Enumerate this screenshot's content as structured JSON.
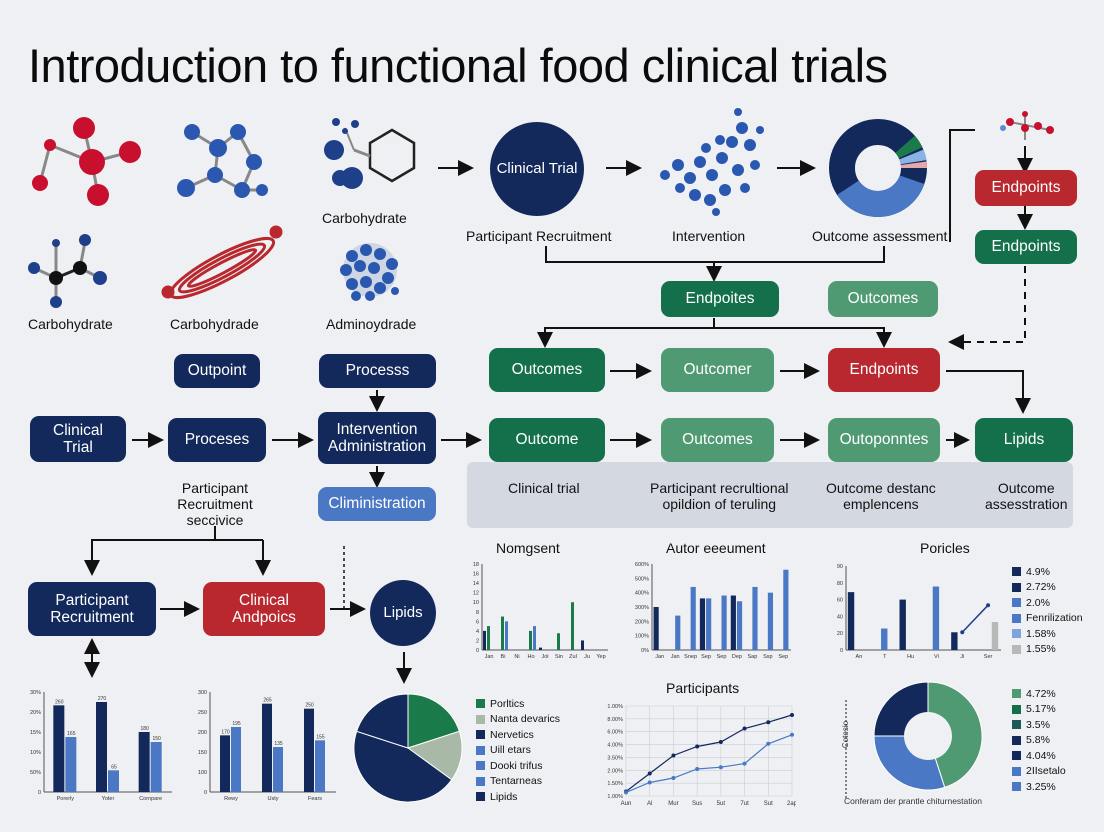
{
  "title": "Introduction to functional food clinical trials",
  "molecules": {
    "labels": [
      "Carbohydrate",
      "Carbohydrate",
      "Carbohydrade",
      "Adminoydrade"
    ]
  },
  "top_flow": {
    "circle": "Clinical Trial",
    "labels": [
      "Participant Recruitment",
      "Intervention",
      "Outcome assessment"
    ],
    "side_boxes": [
      "Endpoints",
      "Endpoints"
    ],
    "row2": [
      "Endpoites",
      "Outcomes"
    ]
  },
  "grid": {
    "row1": [
      "Outcomes",
      "Outcomer",
      "Endpoints"
    ],
    "row2": [
      "Outcome",
      "Outcomes",
      "Outoponntes",
      "Lipids"
    ],
    "band_labels": [
      "Clinical trial",
      "Participant recrultional\nopildion of teruling",
      "Outcome destanc\nemplencens",
      "Outcome\nassesstration"
    ]
  },
  "left_flow": {
    "outpoint": "Outpoint",
    "process": "Processs",
    "clinical_trial": "Clinical\nTrial",
    "proceses": "Proceses",
    "intervention": "Intervention\nAdministration",
    "cliministration": "Cliministration",
    "recruit_label": "Participant\nRecruitment\nseccivice",
    "participant": "Participant\nRecruitment",
    "clinical_andpoics": "Clinical\nAndpoics",
    "lipids": "Lipids"
  },
  "charts": {
    "c1": {
      "title": "Nomgsent",
      "chart_data": {
        "type": "bar",
        "title": "Nomgsent",
        "ylim": [
          0,
          18
        ],
        "yticks": [
          "0",
          "2",
          "4",
          "6",
          "8",
          "10",
          "12",
          "14",
          "16",
          "18"
        ],
        "categories": [
          "Jan",
          "Bi",
          "Ni",
          "Ho",
          "Jol",
          "Sin",
          "Zul",
          "Ju",
          "Yep"
        ],
        "series": [
          {
            "color": "#13295b",
            "values": [
              4,
              0,
              0,
              0,
              0.5,
              0,
              0,
              2,
              0
            ]
          },
          {
            "color": "#1a7a4a",
            "values": [
              5,
              7,
              0,
              4,
              0,
              3.5,
              10,
              0,
              0
            ]
          },
          {
            "color": "#4a78c4",
            "values": [
              0,
              6,
              0,
              5,
              0,
              0,
              0,
              0,
              0
            ]
          }
        ]
      }
    },
    "c2": {
      "title": "Autor eeeument",
      "chart_data": {
        "type": "bar",
        "title": "Autor eeeument",
        "ylim": [
          0,
          600
        ],
        "yticks": [
          "0%",
          "100%",
          "200%",
          "300%",
          "400%",
          "500%",
          "600%"
        ],
        "categories": [
          "Jan",
          "Jan",
          "Snep",
          "Sep",
          "Sep",
          "Dep",
          "Sap",
          "Ssp",
          "Sep"
        ],
        "series": [
          {
            "color": "#13295b",
            "values": [
              300,
              0,
              0,
              360,
              0,
              380,
              0,
              0,
              0
            ]
          },
          {
            "color": "#4a78c4",
            "values": [
              0,
              240,
              440,
              360,
              380,
              340,
              440,
              400,
              560
            ]
          }
        ]
      }
    },
    "c3": {
      "title": "Poricles",
      "chart_data": {
        "type": "bar",
        "title": "Poricles",
        "ylim": [
          0,
          90
        ],
        "yticks": [
          "0",
          "20",
          "40",
          "60",
          "80",
          "90"
        ],
        "categories": [
          "An",
          "T",
          "Hu",
          "Vi",
          "Ji",
          "Ser"
        ],
        "series": [
          {
            "color": "#13295b",
            "values": [
              62,
              0,
              54,
              0,
              19,
              0
            ]
          },
          {
            "color": "#4a78c4",
            "values": [
              0,
              23,
              0,
              68,
              0,
              0
            ]
          },
          {
            "color": "#b8b8b8",
            "values": [
              0,
              0,
              0,
              0,
              0,
              30
            ]
          }
        ],
        "line": [
          19,
          48
        ]
      },
      "legend": [
        "4.9%",
        "2.72%",
        "2.0%",
        "Fenrilization",
        "1.58%",
        "1.55%"
      ],
      "legend_colors": [
        "#13295b",
        "#13295b",
        "#4a78c4",
        "#4a78c4",
        "#7da4dc",
        "#b8b8b8"
      ]
    },
    "c4": {
      "chart_data": {
        "type": "bar",
        "ylim": [
          0,
          300
        ],
        "yticks": [
          "0",
          "50%",
          "10%",
          "15%",
          "20%",
          "30%"
        ],
        "categories": [
          "Porerly",
          "Yoter",
          "Cornpare"
        ],
        "series": [
          {
            "color": "#13295b",
            "values": [
              260,
              270,
              180
            ]
          },
          {
            "color": "#4a78c4",
            "values": [
              165,
              65,
              150
            ]
          }
        ]
      }
    },
    "c5": {
      "chart_data": {
        "type": "bar",
        "ylim": [
          0,
          300
        ],
        "yticks": [
          "0",
          "100",
          "150",
          "200",
          "250",
          "300"
        ],
        "categories": [
          "Rewy",
          "Usty",
          "Fears"
        ],
        "series": [
          {
            "color": "#13295b",
            "values": [
              170,
              265,
              250
            ]
          },
          {
            "color": "#4a78c4",
            "values": [
              195,
              135,
              155
            ]
          }
        ]
      }
    },
    "pie": {
      "chart_data": {
        "type": "pie",
        "labels": [
          "Porltics",
          "Nanta devarics",
          "Nervetics",
          "Uill etars",
          "Dooki trifus",
          "Tentarneas",
          "Lipids"
        ],
        "colors": [
          "#1a7a4a",
          "#a9b9a7",
          "#13295b",
          "#4a78c4",
          "#4a78c4",
          "#4a78c4",
          "#13295b"
        ],
        "values": [
          20,
          15,
          45,
          0,
          0,
          0,
          20
        ]
      }
    },
    "line": {
      "title": "Participants",
      "chart_data": {
        "type": "line",
        "title": "Participants",
        "yticks": [
          "1.00%",
          "1.50%",
          "2.00%",
          "3.50%",
          "4.00%",
          "6.00%",
          "8.00%",
          "1.00%"
        ],
        "categories": [
          "Aun",
          "Al",
          "Mur",
          "Sus",
          "5ut",
          "7ut",
          "Sut",
          "2ap"
        ],
        "series": [
          {
            "color": "#13295b",
            "values": [
              0.5,
              2.5,
              4.5,
              5.5,
              6.0,
              7.5,
              8.2,
              9.0
            ]
          },
          {
            "color": "#4a78c4",
            "values": [
              0.4,
              1.5,
              2.0,
              3.0,
              3.2,
              3.6,
              5.8,
              6.8
            ]
          }
        ]
      }
    },
    "donut": {
      "y_label": "Cotesio",
      "caption": "Conferam der prantle chiturnestation",
      "chart_data": {
        "type": "pie",
        "donut": true,
        "values": [
          45,
          30,
          25
        ],
        "colors": [
          "#4f9a72",
          "#4a78c4",
          "#13295b"
        ]
      },
      "legend": [
        "4.72%",
        "5.17%",
        "3.5%",
        "5.8%",
        "4.04%",
        "2IIsetalo",
        "3.25%"
      ],
      "legend_colors": [
        "#4f9a72",
        "#13704a",
        "#1e5a5a",
        "#13295b",
        "#13295b",
        "#4a78c4",
        "#4a78c4"
      ]
    }
  }
}
